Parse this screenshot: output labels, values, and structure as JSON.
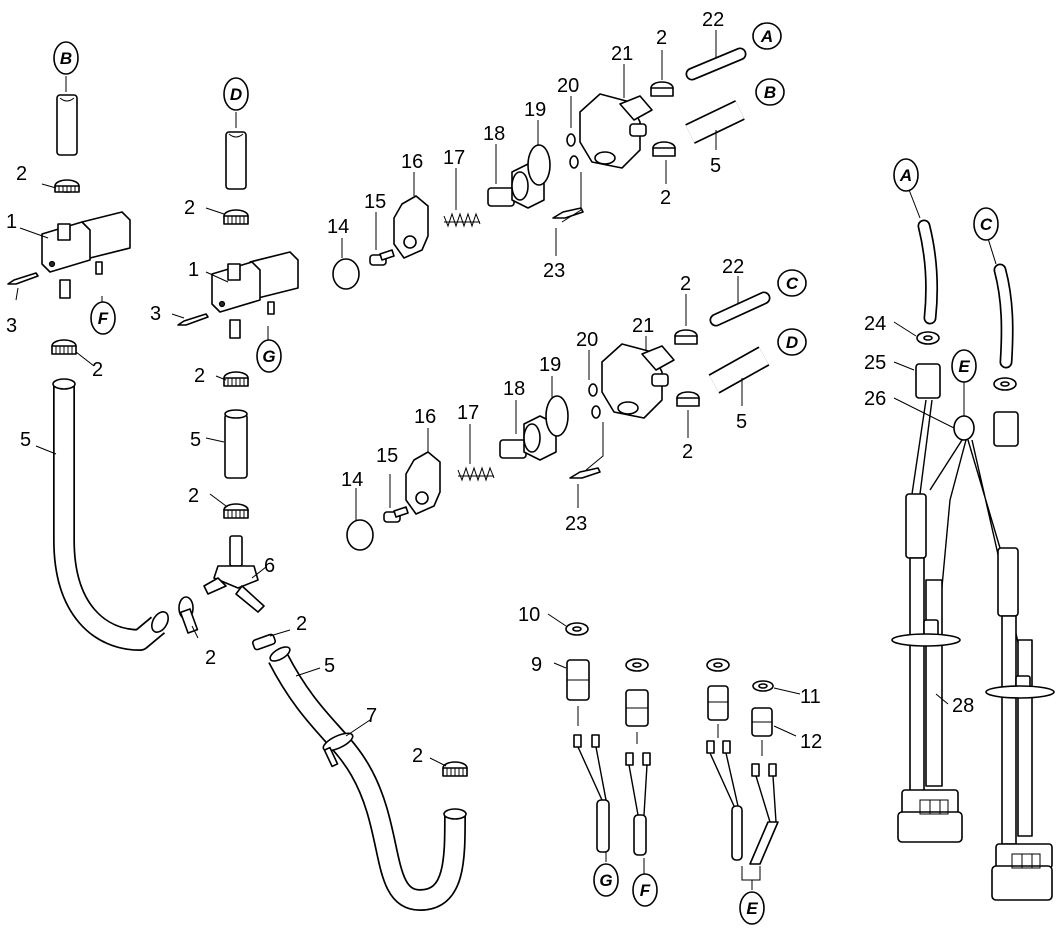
{
  "numbers": [
    "1",
    "2",
    "3",
    "5",
    "6",
    "7",
    "9",
    "10",
    "11",
    "12",
    "14",
    "15",
    "16",
    "17",
    "18",
    "19",
    "20",
    "21",
    "22",
    "23",
    "24",
    "25",
    "26",
    "28"
  ],
  "connectors": [
    "A",
    "B",
    "C",
    "D",
    "E",
    "F",
    "G"
  ],
  "colors": {
    "ink": "#000000",
    "paper": "#ffffff"
  }
}
